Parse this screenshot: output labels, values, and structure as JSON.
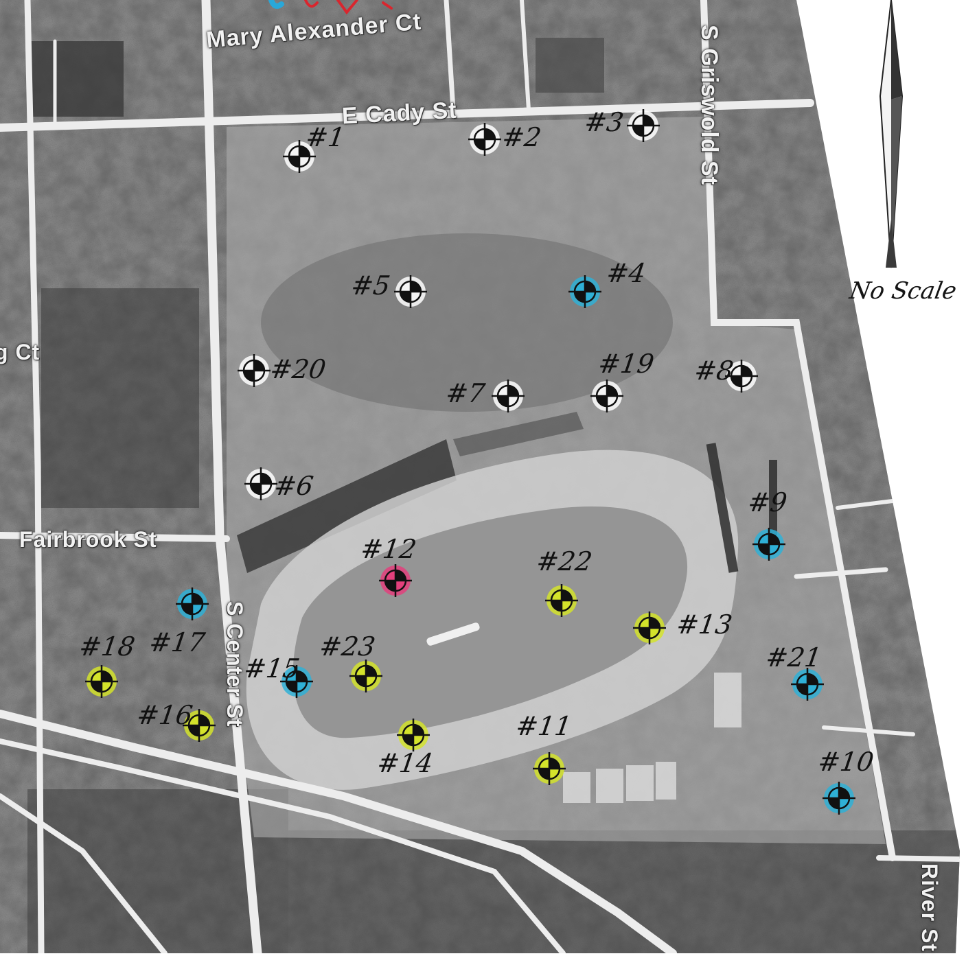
{
  "streets": [
    {
      "key": "mary-alexander-ct",
      "label": "Mary Alexander Ct"
    },
    {
      "key": "e-cady-st",
      "label": "E Cady St"
    },
    {
      "key": "s-griswold-st",
      "label": "S Griswold St"
    },
    {
      "key": "fairbrook-st",
      "label": "Fairbrook St"
    },
    {
      "key": "s-center-st",
      "label": "S Center St"
    },
    {
      "key": "river-st",
      "label": "River St"
    },
    {
      "key": "partial-ct",
      "label": "g Ct"
    }
  ],
  "north_arrow_icon": "north-arrow-icon",
  "scale_note": "No Scale",
  "colors": {
    "white": "#ffffff",
    "blue": "#2fb0d6",
    "yellow": "#d4e32b",
    "pink": "#e3407c",
    "ink": "#111111",
    "road": "#e8e8e8",
    "pavement": "#9a9a9a"
  },
  "markers": [
    {
      "id": "1",
      "label": "#1",
      "color": "white"
    },
    {
      "id": "2",
      "label": "#2",
      "color": "white"
    },
    {
      "id": "3",
      "label": "#3",
      "color": "white"
    },
    {
      "id": "4",
      "label": "#4",
      "color": "blue"
    },
    {
      "id": "5",
      "label": "#5",
      "color": "white"
    },
    {
      "id": "6",
      "label": "#6",
      "color": "white"
    },
    {
      "id": "7",
      "label": "#7",
      "color": "white"
    },
    {
      "id": "8",
      "label": "#8",
      "color": "white"
    },
    {
      "id": "9",
      "label": "#9",
      "color": "blue"
    },
    {
      "id": "10",
      "label": "#10",
      "color": "blue"
    },
    {
      "id": "11",
      "label": "#11",
      "color": "yellow"
    },
    {
      "id": "12",
      "label": "#12",
      "color": "pink"
    },
    {
      "id": "13",
      "label": "#13",
      "color": "yellow"
    },
    {
      "id": "14",
      "label": "#14",
      "color": "yellow"
    },
    {
      "id": "15",
      "label": "#15",
      "color": "blue"
    },
    {
      "id": "16",
      "label": "#16",
      "color": "yellow"
    },
    {
      "id": "17",
      "label": "#17",
      "color": "blue"
    },
    {
      "id": "18",
      "label": "#18",
      "color": "yellow"
    },
    {
      "id": "19",
      "label": "#19",
      "color": "white"
    },
    {
      "id": "20",
      "label": "#20",
      "color": "white"
    },
    {
      "id": "21",
      "label": "#21",
      "color": "blue"
    },
    {
      "id": "22",
      "label": "#22",
      "color": "yellow"
    },
    {
      "id": "23",
      "label": "#23",
      "color": "yellow"
    }
  ]
}
